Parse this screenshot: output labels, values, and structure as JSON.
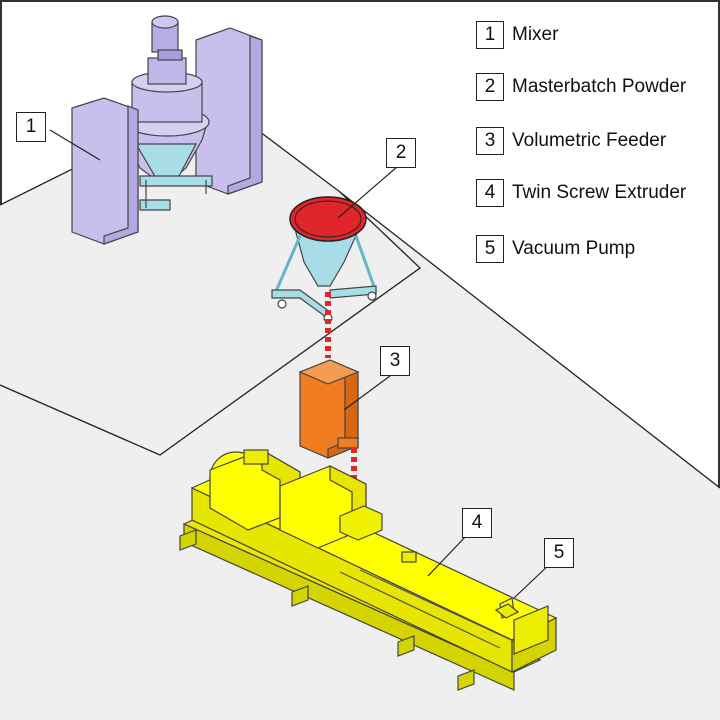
{
  "legend": [
    {
      "number": "1",
      "label": "Mixer"
    },
    {
      "number": "2",
      "label": "Masterbatch Powder"
    },
    {
      "number": "3",
      "label": "Volumetric Feeder"
    },
    {
      "number": "4",
      "label": "Twin Screw Extruder"
    },
    {
      "number": "5",
      "label": "Vacuum Pump"
    }
  ],
  "callouts": {
    "mixer": "1",
    "hopper": "2",
    "feeder": "3",
    "extruder": "4",
    "pump": "5"
  },
  "colors": {
    "mixer": "#c8c0ec",
    "hopper_stand": "#a8dde8",
    "powder": "#e0252b",
    "feeder": "#f07d22",
    "extruder": "#ffff00",
    "floor": "#efefef",
    "outline": "#333333"
  }
}
